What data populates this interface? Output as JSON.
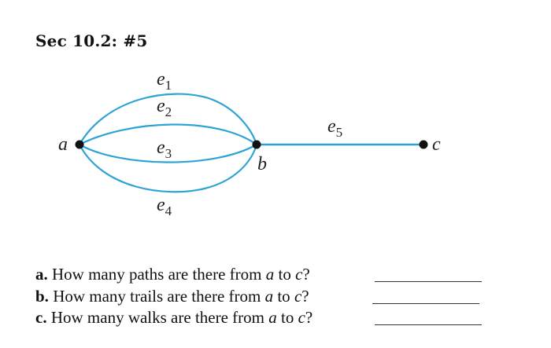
{
  "title": "Sec 10.2: #5",
  "graph": {
    "vertices": {
      "a": "a",
      "b": "b",
      "c": "c"
    },
    "edges": [
      {
        "label": "e",
        "sub": "1"
      },
      {
        "label": "e",
        "sub": "2"
      },
      {
        "label": "e",
        "sub": "3"
      },
      {
        "label": "e",
        "sub": "4"
      },
      {
        "label": "e",
        "sub": "5"
      }
    ],
    "edge_color": "#2ea3d6",
    "vertex_color": "#111111"
  },
  "questions": [
    {
      "letter": "a.",
      "pre": "How many paths are there from",
      "from": "a",
      "mid": "to",
      "to": "c",
      "end": "?"
    },
    {
      "letter": "b.",
      "pre": "How many trails are there from",
      "from": "a",
      "mid": "to",
      "to": "c",
      "end": "?"
    },
    {
      "letter": "c.",
      "pre": "How many walks are there from",
      "from": "a",
      "mid": "to",
      "to": "c",
      "end": "?"
    }
  ]
}
